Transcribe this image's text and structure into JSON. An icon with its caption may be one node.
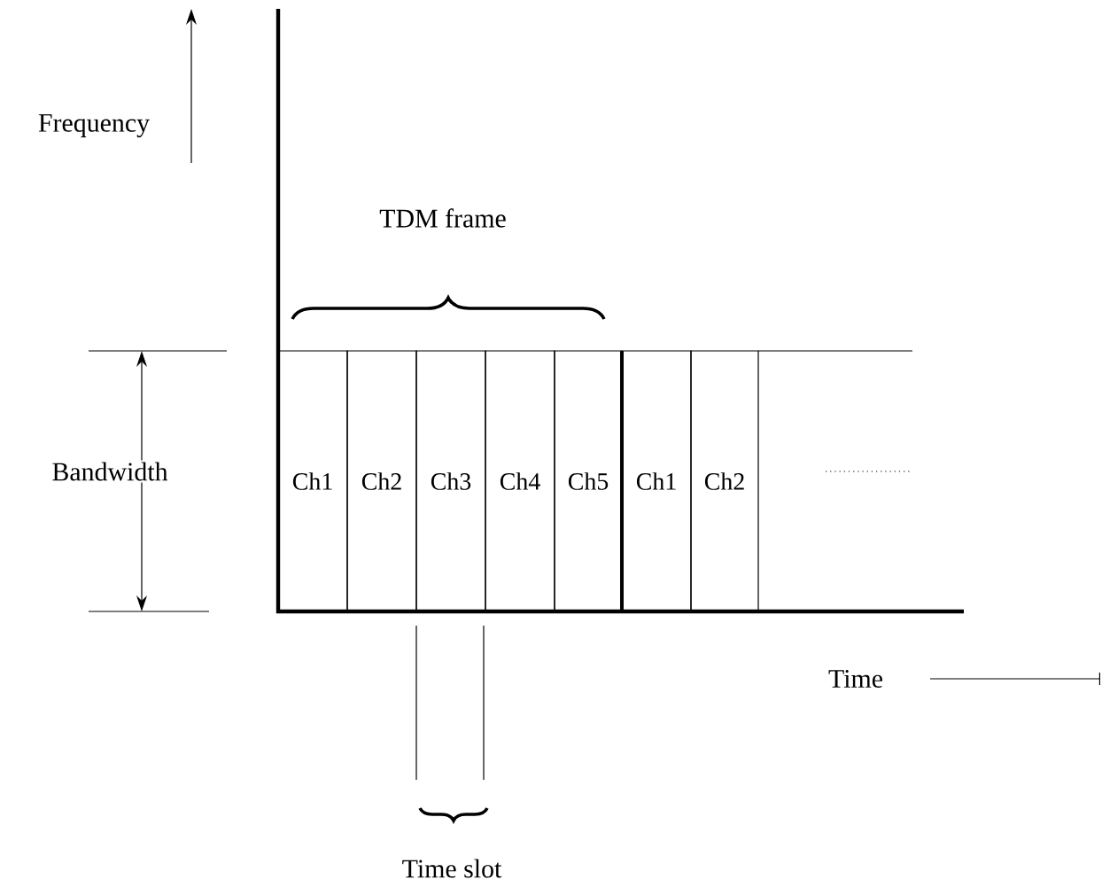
{
  "diagram": {
    "nodes": [
      {
        "text": [
          "Ch1"
        ]
      },
      {
        "text": [
          "Ch2"
        ]
      },
      {
        "text": [
          "Ch3"
        ]
      },
      {
        "text": [
          "Ch4"
        ]
      },
      {
        "text": [
          "Ch5"
        ]
      },
      {
        "text": [
          "Ch1"
        ]
      },
      {
        "text": [
          "Ch2"
        ]
      }
    ],
    "edges": [],
    "labels": [
      "Frequency",
      "TDM frame",
      "Bandwidth",
      "Time",
      "Time slot"
    ]
  }
}
